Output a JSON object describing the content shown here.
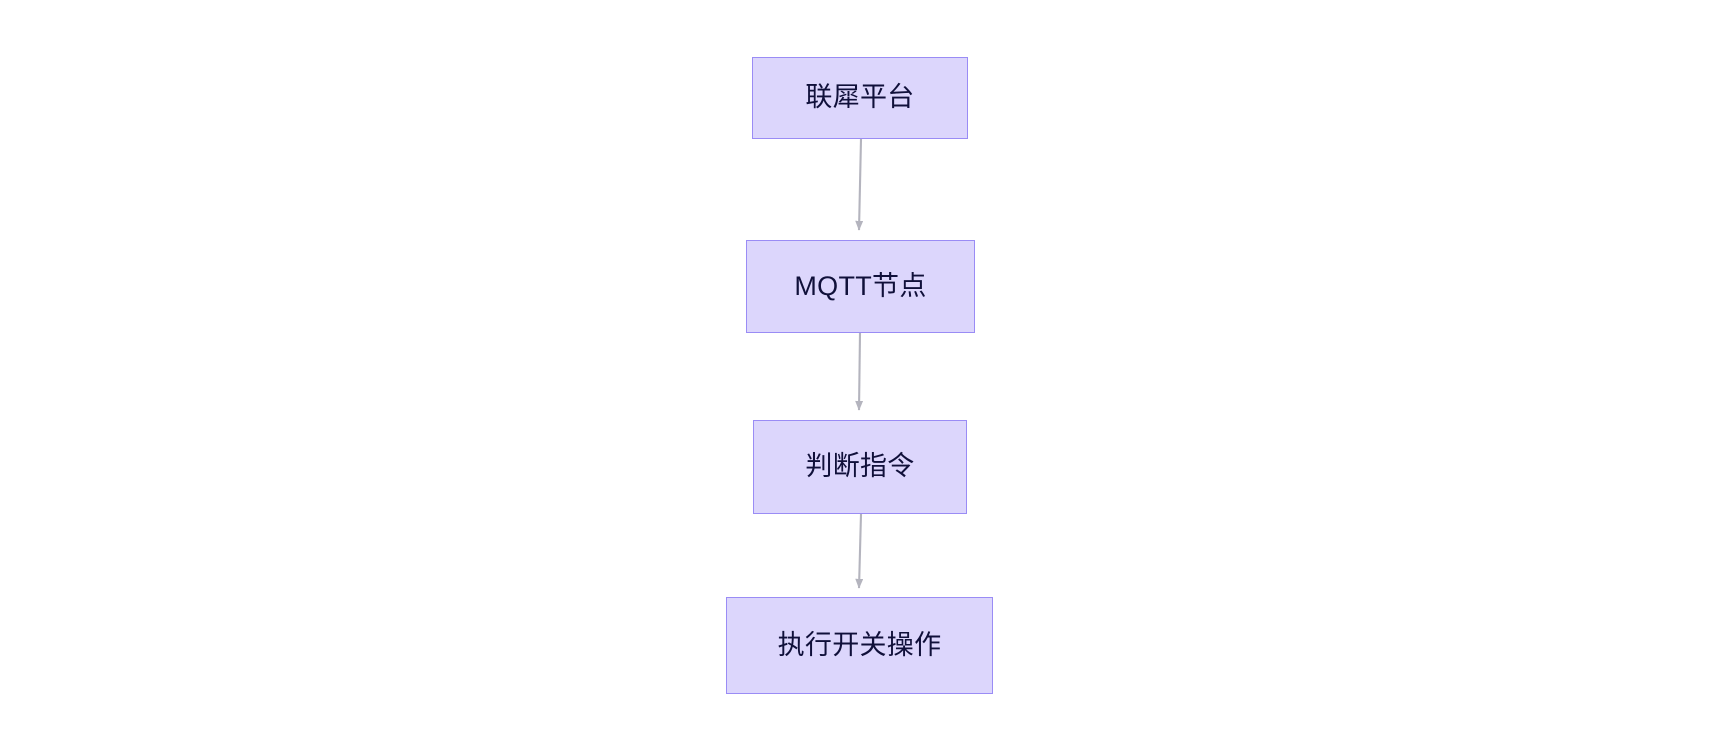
{
  "diagram": {
    "type": "flowchart",
    "direction": "top-to-bottom",
    "background_color": "#ffffff",
    "node_fill_color": "#dcd6fc",
    "node_border_color": "#9a8cf5",
    "node_text_color": "#10103a",
    "edge_color": "#b4b4be",
    "nodes": [
      {
        "id": "platform",
        "label": "联犀平台"
      },
      {
        "id": "mqtt",
        "label": "MQTT节点"
      },
      {
        "id": "judge",
        "label": "判断指令"
      },
      {
        "id": "execute",
        "label": "执行开关操作"
      }
    ],
    "edges": [
      {
        "from": "platform",
        "to": "mqtt",
        "label": "",
        "arrow": "arrow-down-icon"
      },
      {
        "from": "mqtt",
        "to": "judge",
        "label": "",
        "arrow": "arrow-down-icon"
      },
      {
        "from": "judge",
        "to": "execute",
        "label": "",
        "arrow": "arrow-down-icon"
      }
    ]
  }
}
